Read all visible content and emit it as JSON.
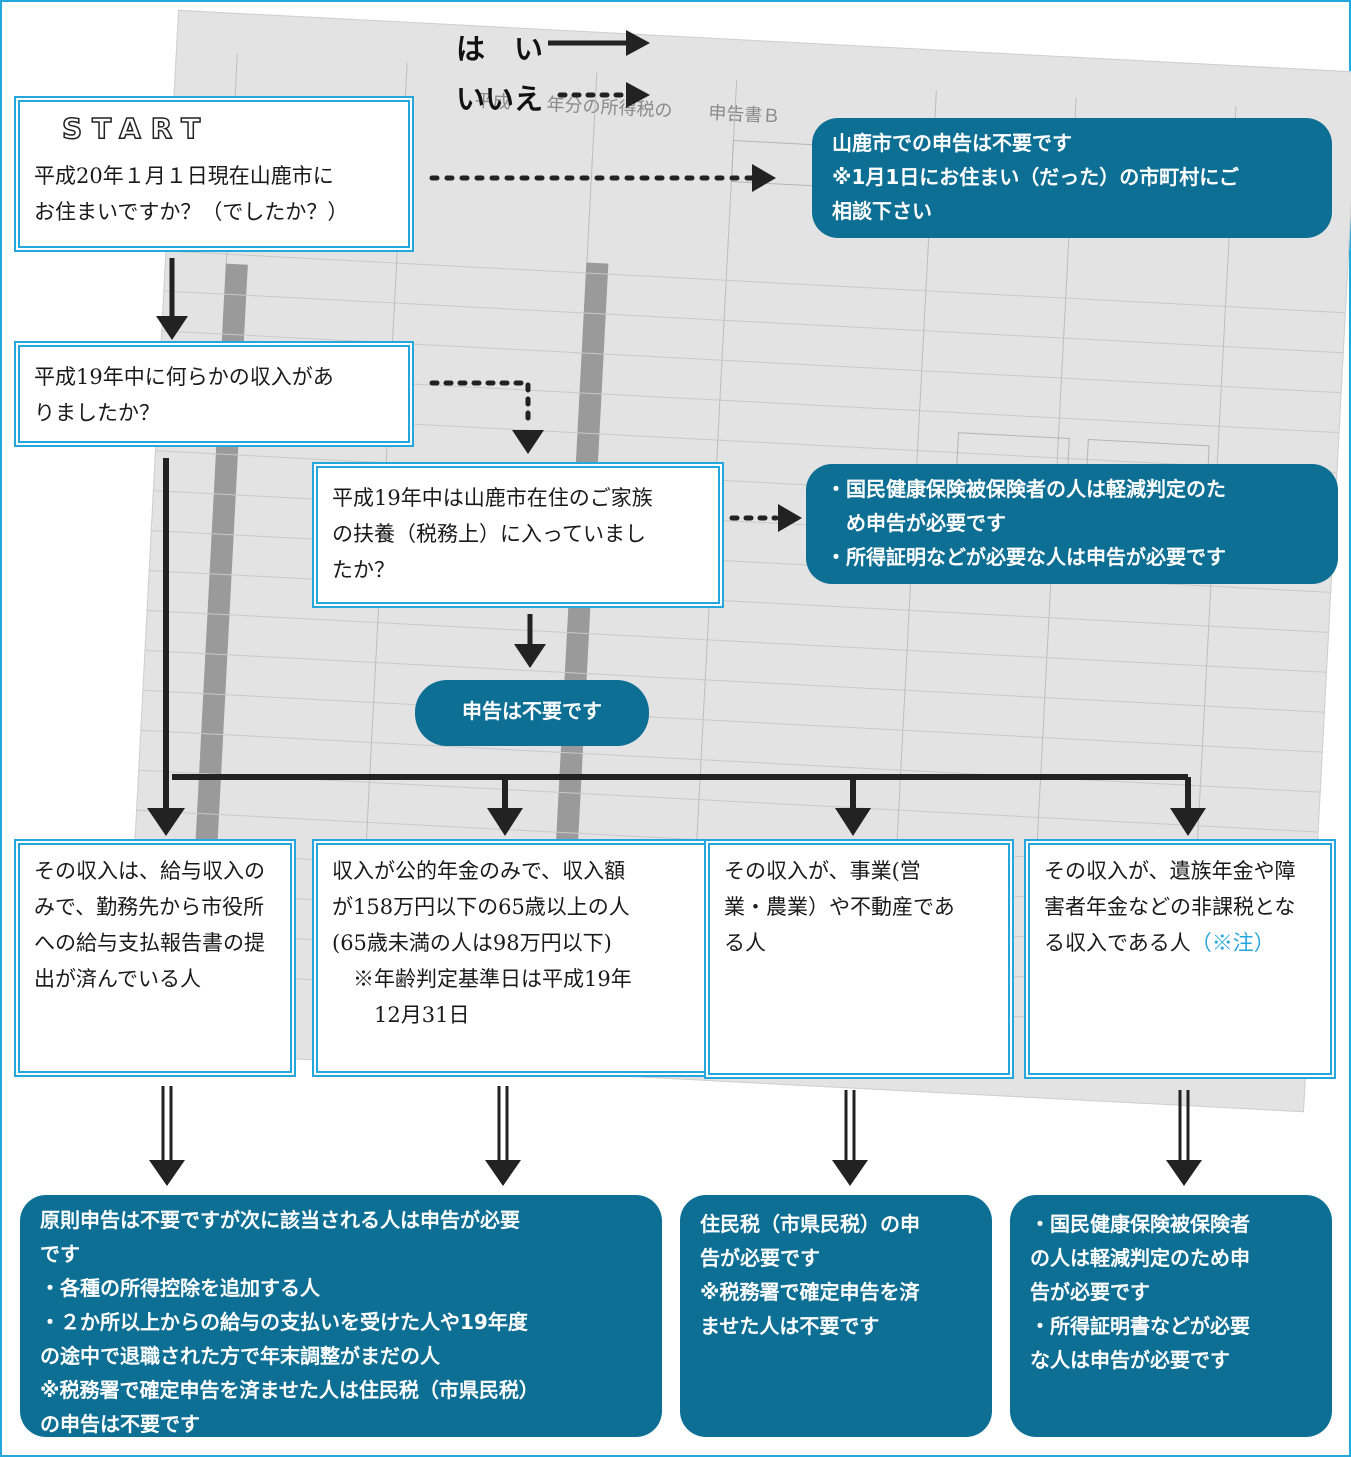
{
  "legend": {
    "yes": "は　い",
    "no": "いいえ"
  },
  "start": {
    "label": "START",
    "lines": [
      "平成20年１月１日現在山鹿市に",
      "お住まいですか？（でしたか？）"
    ]
  },
  "q_income": {
    "lines": [
      "平成19年中に何らかの収入があ",
      "りましたか？"
    ]
  },
  "q_dependent": {
    "lines": [
      "平成19年中は山鹿市在住のご家族",
      "の扶養（税務上）に入っていまし",
      "たか？"
    ]
  },
  "ans_not_resident": {
    "lines": [
      "山鹿市での申告は不要です",
      "※1月1日にお住まい（だった）の市町村にご",
      "相談下さい"
    ]
  },
  "ans_dependent_no": {
    "lines": [
      "・国民健康保険被保険者の人は軽減判定のた",
      "　め申告が必要です",
      "・所得証明などが必要な人は申告が必要です"
    ]
  },
  "ans_no_filing": {
    "text": "申告は不要です"
  },
  "cases": {
    "salary": {
      "lines": [
        "その収入は、給与収入の",
        "みで、勤務先から市役所",
        "への給与支払報告書の提",
        "出が済んでいる人"
      ]
    },
    "pension": {
      "lines": [
        "収入が公的年金のみで、収入額",
        "が158万円以下の65歳以上の人",
        "(65歳未満の人は98万円以下)",
        "　※年齢判定基準日は平成19年",
        "　　12月31日"
      ]
    },
    "business": {
      "lines": [
        "その収入が、事業(営",
        "業・農業）や不動産であ",
        "る人"
      ]
    },
    "nontaxable": {
      "lines": [
        "その収入が、遺族年金や障",
        "害者年金などの非課税とな",
        "る収入である人"
      ],
      "note": "（※注）"
    }
  },
  "results": {
    "salary_pension": {
      "lines": [
        "原則申告は不要ですが次に該当される人は申告が必要",
        "です",
        "・各種の所得控除を追加する人",
        "・２か所以上からの給与の支払いを受けた人や19年度",
        "の途中で退職された方で年末調整がまだの人",
        "※税務署で確定申告を済ませた人は住民税（市県民税）",
        "の申告は不要です"
      ]
    },
    "business": {
      "lines": [
        "住民税（市県民税）の申",
        "告が必要です",
        "※税務署で確定申告を済",
        "ませた人は不要です"
      ]
    },
    "nontaxable": {
      "lines": [
        "・国民健康保険被保険者",
        "の人は軽減判定のため申",
        "告が必要です",
        "・所得証明書などが必要",
        "な人は申告が必要です"
      ]
    }
  },
  "colors": {
    "frame": "#26a7dc",
    "answer_box": "#0e6f95",
    "arrow": "#222222"
  }
}
